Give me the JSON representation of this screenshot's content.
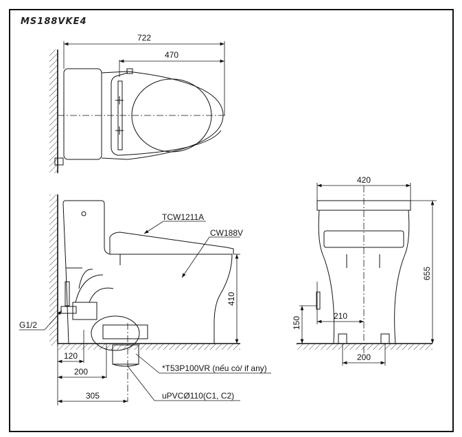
{
  "title": "MS188VKE4",
  "top_view": {
    "dim_total": "722",
    "dim_seat": "470"
  },
  "side_view": {
    "seat_label": "TCW1211A",
    "bowl_label": "CW188V",
    "dim_height": "410",
    "inlet_label": "G1/2",
    "dim_120": "120",
    "dim_200": "200",
    "dim_305": "305",
    "flange_label": "*T53P100VR (nếu có/ if any)",
    "pipe_label": "uPVCØ110(C1, C2)"
  },
  "front_view": {
    "dim_width": "420",
    "dim_height": "655",
    "dim_210": "210",
    "dim_150": "150",
    "dim_200": "200"
  }
}
